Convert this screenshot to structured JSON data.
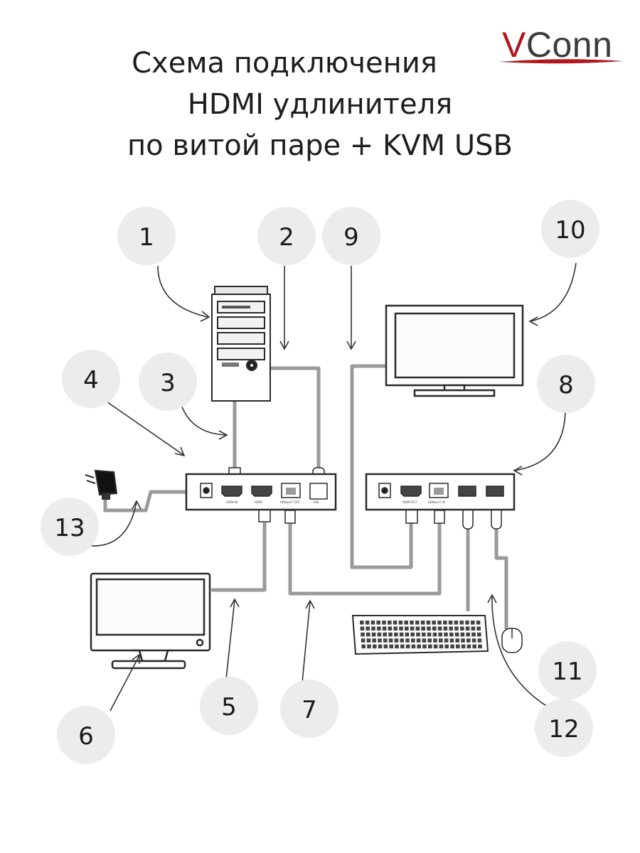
{
  "title": {
    "line1": "Схема подключения",
    "line2": "HDMI удлинителя",
    "line3": "по витой паре + KVM USB"
  },
  "logo": {
    "first_letter": "V",
    "rest": "Conn",
    "brand_color": "#b0171c"
  },
  "callouts": [
    "1",
    "2",
    "3",
    "4",
    "5",
    "6",
    "7",
    "8",
    "9",
    "10",
    "11",
    "12",
    "13"
  ],
  "colors": {
    "cable": "#9a9a9a",
    "device_outline": "#2a2a2a",
    "device_fill": "#ffffff",
    "circle": "#ececec"
  },
  "icons": [
    "pc-tower-icon",
    "monitor-icon",
    "tv-icon",
    "power-adapter-icon",
    "keyboard-icon",
    "mouse-icon",
    "transmitter-icon",
    "receiver-icon"
  ]
}
